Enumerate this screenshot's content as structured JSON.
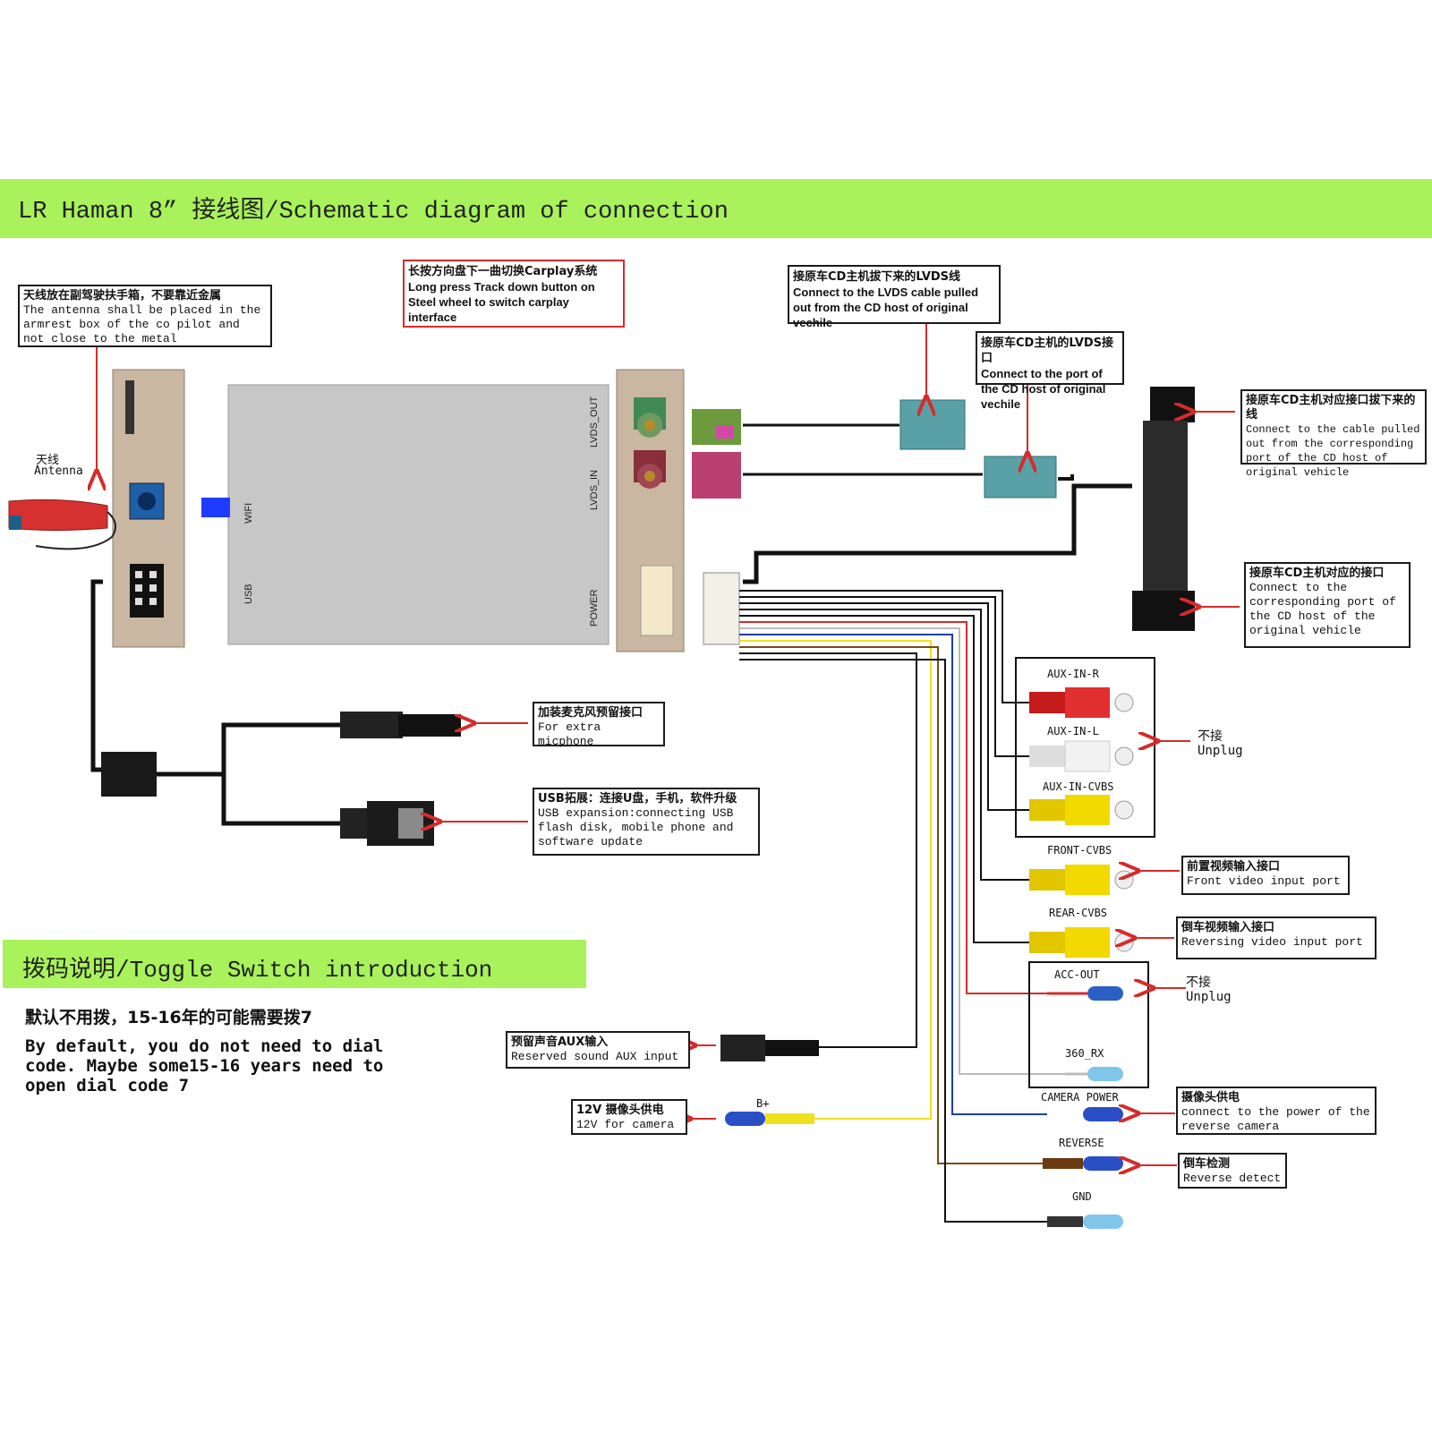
{
  "header": {
    "title": "LR Haman 8” 接线图/Schematic diagram of connection"
  },
  "toggle": {
    "title": "拨码说明/Toggle Switch introduction",
    "line_cn": "默认不用拨，15-16年的可能需要拨7",
    "line_en": "By default, you do not need to dial code. Maybe some15-16 years need to open dial code 7"
  },
  "notes": {
    "antenna": {
      "cn": "天线放在副驾驶扶手箱，不要靠近金属",
      "en": "The antenna shall be placed in the armrest box of the co pilot and not close to the metal"
    },
    "carplay": {
      "cn": "长按方向盘下一曲切换Carplay系统",
      "en": "Long press Track down button on Steel wheel to switch carplay interface"
    },
    "lvds_cable": {
      "cn": "接原车CD主机拔下来的LVDS线",
      "en": "Connect to the LVDS cable pulled out from the CD host of original vechile"
    },
    "lvds_port": {
      "cn": "接原车CD主机的LVDS接口",
      "en": "Connect to the port of the CD host of original vechile"
    },
    "cable_pulled": {
      "cn": "接原车CD主机对应接口拔下来的线",
      "en": "Connect to the cable pulled out from the corresponding port of the CD host of original vehicle"
    },
    "corr_port": {
      "cn": "接原车CD主机对应的接口",
      "en": "Connect to the corresponding port of the CD host of the original vehicle"
    },
    "mic": {
      "cn": "加装麦克风预留接口",
      "en": "For extra micphone"
    },
    "usb": {
      "cn": "USB拓展：连接U盘，手机，软件升级",
      "en": "USB expansion:connecting USB flash disk, mobile phone and software update"
    },
    "front": {
      "cn": "前置视频输入接口",
      "en": "Front video input port"
    },
    "rear": {
      "cn": "倒车视频输入接口",
      "en": "Reversing video input port"
    },
    "aux_sound": {
      "cn": "预留声音AUX输入",
      "en": "Reserved sound AUX input"
    },
    "cam12v": {
      "cn": "12V 摄像头供电",
      "en": "12V for camera"
    },
    "cam_power": {
      "cn": "摄像头供电",
      "en": "connect to the power of the reverse camera"
    },
    "rev_detect": {
      "cn": "倒车检测",
      "en": "Reverse detect"
    }
  },
  "labels": {
    "antenna_cn": "天线",
    "antenna_en": "Antenna",
    "wifi": "WIFI",
    "usb": "USB",
    "lvds_out": "LVDS_OUT",
    "lvds_in": "LVDS_IN",
    "power": "POWER",
    "aux_r": "AUX-IN-R",
    "aux_l": "AUX-IN-L",
    "aux_cvbs": "AUX-IN-CVBS",
    "front_cvbs": "FRONT-CVBS",
    "rear_cvbs": "REAR-CVBS",
    "acc_out": "ACC-OUT",
    "rx360": "360_RX",
    "camera_power": "CAMERA POWER",
    "reverse": "REVERSE",
    "gnd": "GND",
    "bplus": "B+",
    "unplug1_cn": "不接",
    "unplug1_en": "Unplug",
    "unplug2_cn": "不接",
    "unplug2_en": "Unplug"
  },
  "colors": {
    "banner": "#a9f25b",
    "arrow": "#d62b2b",
    "box": "#c9b7a2",
    "screen": "#c7c7c7",
    "wifi_chip": "#1e3cff"
  }
}
